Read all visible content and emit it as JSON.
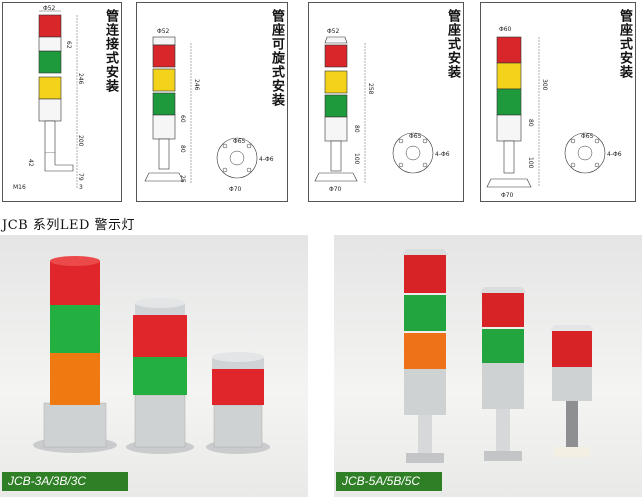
{
  "panels": [
    {
      "title": "管连接式安装",
      "dims": [
        "Φ52",
        "62",
        "246",
        "200",
        "42",
        "79",
        "3",
        "M16"
      ]
    },
    {
      "title": "管座可旋式安装",
      "dims": [
        "Φ52",
        "246",
        "60",
        "80",
        "25",
        "Φ65",
        "4-Φ6",
        "Φ70"
      ]
    },
    {
      "title": "管座式安装",
      "dims": [
        "Φ52",
        "258",
        "80",
        "100",
        "Φ65",
        "4-Φ6",
        "Φ70"
      ]
    },
    {
      "title": "管座式安装",
      "dims": [
        "Φ60",
        "300",
        "80",
        "100",
        "Φ65",
        "4-Φ6",
        "Φ70"
      ]
    }
  ],
  "series_title": "JCB  系列LED 警示灯",
  "photos": [
    {
      "model": "JCB-3A/3B/3C"
    },
    {
      "model": "JCB-5A/5B/5C"
    }
  ],
  "colors": {
    "red": "#d8262a",
    "yellow": "#f2d21a",
    "green": "#1e9a3c",
    "orange": "#e8731c",
    "label_green": "#2f7f27"
  }
}
